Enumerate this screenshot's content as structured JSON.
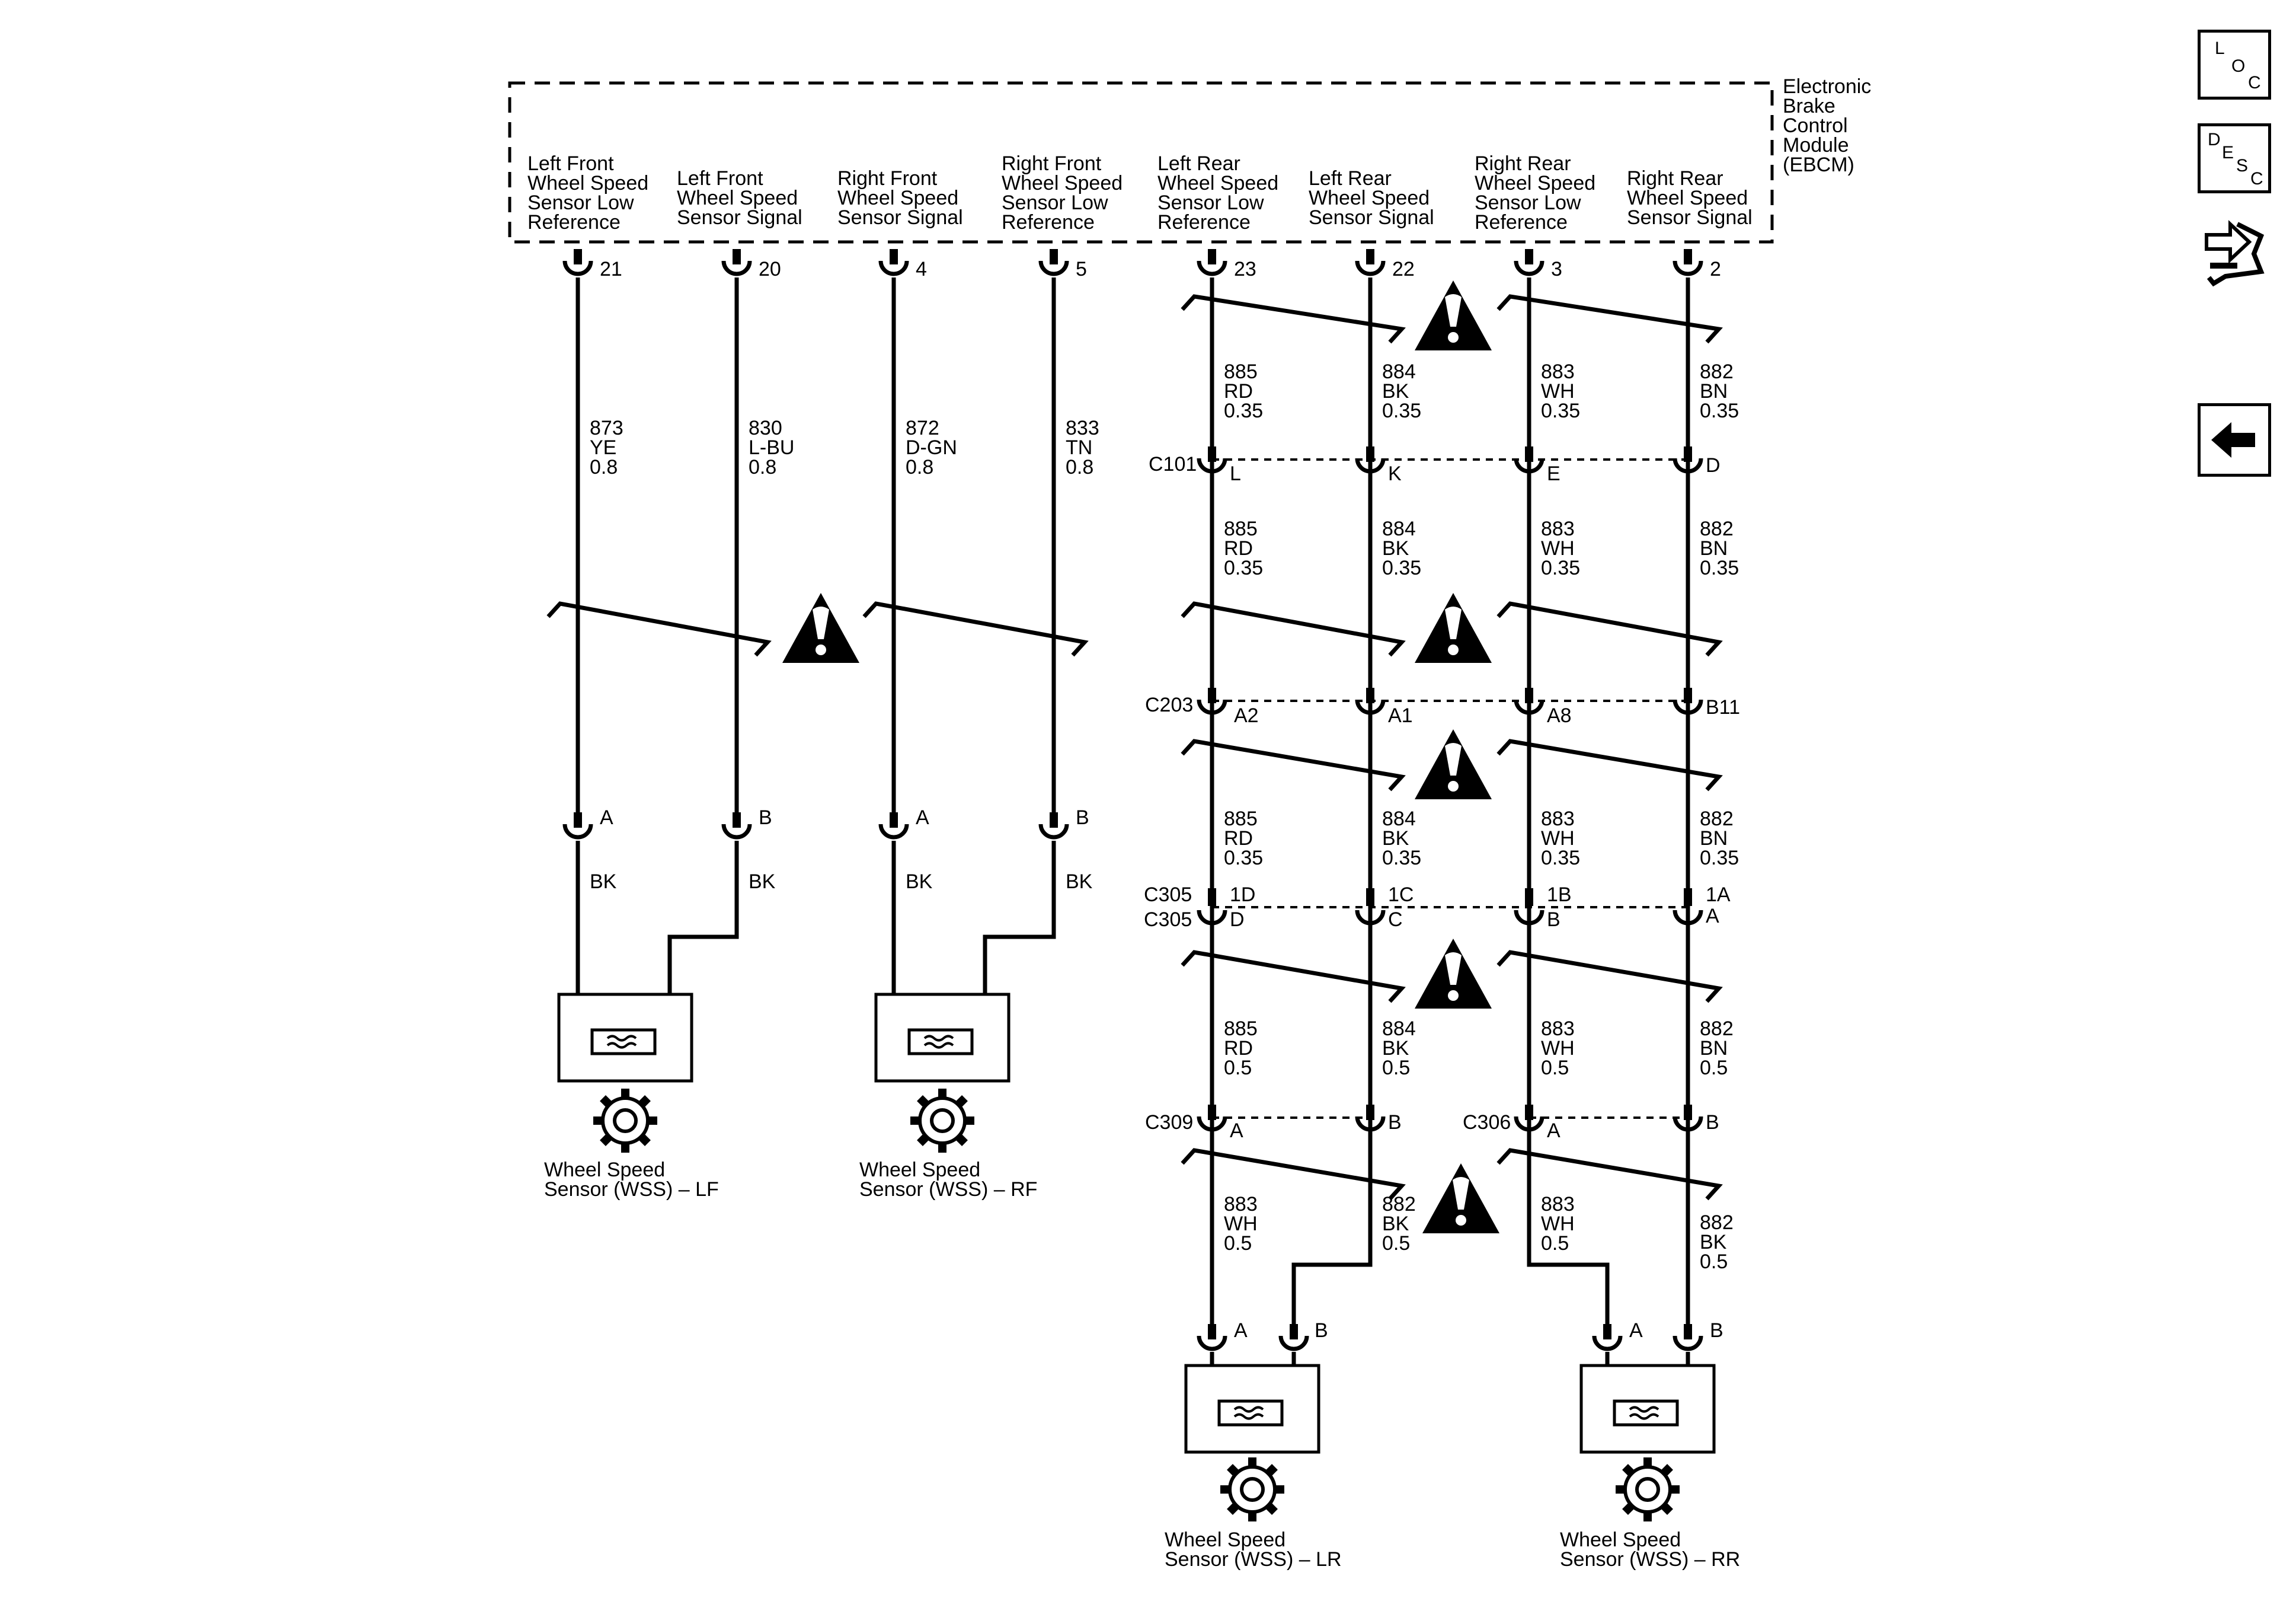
{
  "ebcm": {
    "title_lines": [
      "Electronic",
      "Brake",
      "Control",
      "Module",
      "(EBCM)"
    ],
    "pins": [
      {
        "lines": [
          "Left Front",
          "Wheel Speed",
          "Sensor Low",
          "Reference"
        ],
        "pin": "21"
      },
      {
        "lines": [
          "Left Front",
          "Wheel Speed",
          "Sensor Signal"
        ],
        "pin": "20"
      },
      {
        "lines": [
          "Right Front",
          "Wheel Speed",
          "Sensor Signal"
        ],
        "pin": "4"
      },
      {
        "lines": [
          "Right Front",
          "Wheel Speed",
          "Sensor Low",
          "Reference"
        ],
        "pin": "5"
      },
      {
        "lines": [
          "Left Rear",
          "Wheel Speed",
          "Sensor Low",
          "Reference"
        ],
        "pin": "23"
      },
      {
        "lines": [
          "Left Rear",
          "Wheel Speed",
          "Sensor Signal"
        ],
        "pin": "22"
      },
      {
        "lines": [
          "Right Rear",
          "Wheel Speed",
          "Sensor Low",
          "Reference"
        ],
        "pin": "3"
      },
      {
        "lines": [
          "Right Rear",
          "Wheel Speed",
          "Sensor Signal"
        ],
        "pin": "2"
      }
    ]
  },
  "front_wires": [
    {
      "circuit": "873",
      "color": "YE",
      "size": "0.8",
      "sensor_pin": "A",
      "pigtail": "BK"
    },
    {
      "circuit": "830",
      "color": "L-BU",
      "size": "0.8",
      "sensor_pin": "B",
      "pigtail": "BK"
    },
    {
      "circuit": "872",
      "color": "D-GN",
      "size": "0.8",
      "sensor_pin": "A",
      "pigtail": "BK"
    },
    {
      "circuit": "833",
      "color": "TN",
      "size": "0.8",
      "sensor_pin": "B",
      "pigtail": "BK"
    }
  ],
  "rear_wires": {
    "seg1": [
      {
        "circuit": "885",
        "color": "RD",
        "size": "0.35"
      },
      {
        "circuit": "884",
        "color": "BK",
        "size": "0.35"
      },
      {
        "circuit": "883",
        "color": "WH",
        "size": "0.35"
      },
      {
        "circuit": "882",
        "color": "BN",
        "size": "0.35"
      }
    ],
    "seg2": [
      {
        "circuit": "885",
        "color": "RD",
        "size": "0.35"
      },
      {
        "circuit": "884",
        "color": "BK",
        "size": "0.35"
      },
      {
        "circuit": "883",
        "color": "WH",
        "size": "0.35"
      },
      {
        "circuit": "882",
        "color": "BN",
        "size": "0.35"
      }
    ],
    "seg3": [
      {
        "circuit": "885",
        "color": "RD",
        "size": "0.35"
      },
      {
        "circuit": "884",
        "color": "BK",
        "size": "0.35"
      },
      {
        "circuit": "883",
        "color": "WH",
        "size": "0.35"
      },
      {
        "circuit": "882",
        "color": "BN",
        "size": "0.35"
      }
    ],
    "seg4": [
      {
        "circuit": "885",
        "color": "RD",
        "size": "0.5"
      },
      {
        "circuit": "884",
        "color": "BK",
        "size": "0.5"
      },
      {
        "circuit": "883",
        "color": "WH",
        "size": "0.5"
      },
      {
        "circuit": "882",
        "color": "BN",
        "size": "0.5"
      }
    ],
    "seg5": [
      {
        "circuit": "883",
        "color": "WH",
        "size": "0.5"
      },
      {
        "circuit": "882",
        "color": "BK",
        "size": "0.5"
      },
      {
        "circuit": "883",
        "color": "WH",
        "size": "0.5"
      },
      {
        "circuit": "882",
        "color": "BK",
        "size": "0.5"
      }
    ]
  },
  "connectors": {
    "c101": {
      "name": "C101",
      "pins": [
        "L",
        "K",
        "E",
        "D"
      ]
    },
    "c203": {
      "name": "C203",
      "pins": [
        "A2",
        "A1",
        "A8",
        "B11"
      ]
    },
    "c305": {
      "name_upper": "C305",
      "name_lower": "C305",
      "pins_upper": [
        "1D",
        "1C",
        "1B",
        "1A"
      ],
      "pins_lower": [
        "D",
        "C",
        "B",
        "A"
      ]
    },
    "c309": {
      "name": "C309",
      "pins": [
        "A",
        "B"
      ]
    },
    "c306": {
      "name": "C306",
      "pins": [
        "A",
        "B"
      ]
    }
  },
  "sensors": {
    "lf": {
      "line1": "Wheel Speed",
      "line2": "Sensor (WSS) – LF"
    },
    "rf": {
      "line1": "Wheel Speed",
      "line2": "Sensor (WSS) – RF"
    },
    "lr": {
      "line1": "Wheel Speed",
      "line2": "Sensor (WSS) – LR",
      "pins": [
        "A",
        "B"
      ]
    },
    "rr": {
      "line1": "Wheel Speed",
      "line2": "Sensor (WSS) – RR",
      "pins": [
        "A",
        "B"
      ]
    }
  },
  "nav": {
    "loc": {
      "l1": "L",
      "l2": "O",
      "l3": "C"
    },
    "desc": {
      "l1": "D",
      "l2": "E",
      "l3": "S",
      "l4": "C"
    },
    "connector_icon": "connector-end-view-icon",
    "back_icon": "back-arrow-icon"
  }
}
